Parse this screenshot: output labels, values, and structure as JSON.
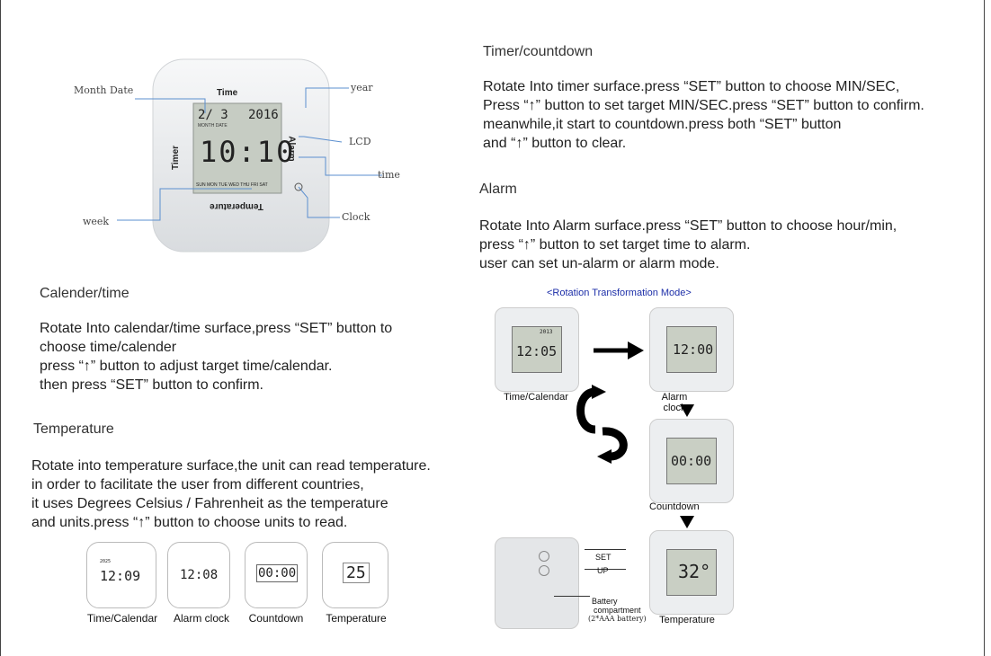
{
  "hero": {
    "face_top": "Time",
    "face_left": "Timer",
    "face_right": "Alarm",
    "face_bottom": "Temperature",
    "lcd_date": "2/ 3",
    "lcd_year": "2016",
    "lcd_date_caption": "MONTH DATE",
    "lcd_time": "10:10",
    "lcd_week": "SUN MON TUE WED THU FRI SAT",
    "callouts": {
      "month_date": "Month Date",
      "year": "year",
      "lcd": "LCD",
      "time": "time",
      "week": "week",
      "clock": "Clock"
    }
  },
  "calendar": {
    "heading": "Calender/time",
    "lines": [
      "Rotate Into calendar/time surface,press “SET” button to",
      "choose time/calender",
      "press “↑” button to adjust target time/calendar.",
      "then press “SET” button to confirm."
    ]
  },
  "temperature": {
    "heading": "Temperature",
    "lines": [
      "Rotate into temperature surface,the unit can read temperature.",
      "in order to facilitate the user from different countries,",
      "it uses Degrees Celsius / Fahrenheit as the temperature",
      "and units.press “↑” button to choose units to read."
    ]
  },
  "timer": {
    "heading": "Timer/countdown",
    "lines": [
      "Rotate Into timer surface.press “SET”  button to choose MIN/SEC,",
      "Press “↑” button to set target MIN/SEC.press “SET” button to confirm.",
      "meanwhile,it start to countdown.press both “SET” button",
      "and “↑” button to clear."
    ]
  },
  "alarm": {
    "heading": "Alarm",
    "lines": [
      "Rotate Into Alarm surface.press “SET” button to choose hour/min,",
      "press “↑” button to set target time to alarm.",
      "user can set un-alarm or alarm mode."
    ]
  },
  "modes_row": [
    {
      "label": "Time/Calendar",
      "lcd": "12:09",
      "sub": "2025"
    },
    {
      "label": "Alarm clock",
      "lcd": "12:08",
      "sub": ""
    },
    {
      "label": "Countdown",
      "lcd": "00:00",
      "sub": ""
    },
    {
      "label": "Temperature",
      "lcd": "25",
      "sub": ""
    }
  ],
  "rotation": {
    "title": "<Rotation Transformation Mode>",
    "cubes": [
      {
        "label": "Time/Calendar",
        "lcd": "12:05",
        "top_small": "2013"
      },
      {
        "label": "Alarm clock",
        "lcd": "12:00"
      },
      {
        "label": "Countdown",
        "lcd": "00:00"
      },
      {
        "label": "Temperature",
        "lcd": "32°"
      }
    ],
    "back": {
      "set_label": "SET",
      "up_label": "UP",
      "battery_line1": "Battery",
      "battery_line2": "compartment",
      "battery_line3": "(2*AAA battery)"
    }
  },
  "colors": {
    "rotation_title": "#1c2ea8",
    "lcd_bg": "#c9cfc4",
    "device": "#eceef0"
  }
}
